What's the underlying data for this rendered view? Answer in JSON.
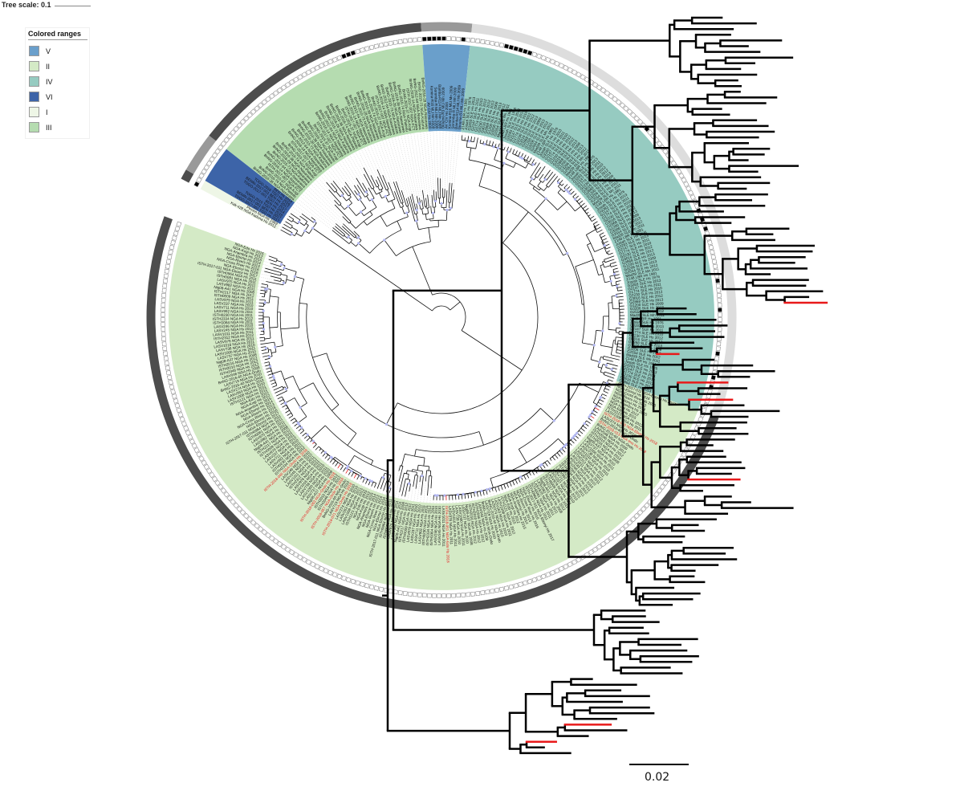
{
  "tree_scale": {
    "label": "Tree scale: 0.1"
  },
  "legend": {
    "title": "Colored ranges",
    "items": [
      {
        "label": "V",
        "color": "#6a9fcb"
      },
      {
        "label": "II",
        "color": "#d4eac6"
      },
      {
        "label": "IV",
        "color": "#96cbc1"
      },
      {
        "label": "VI",
        "color": "#3d64a8"
      },
      {
        "label": "I",
        "color": "#eef6e6"
      },
      {
        "label": "III",
        "color": "#b5dcb0"
      }
    ]
  },
  "circular_tree": {
    "clades": [
      {
        "name": "I",
        "leaf_count": 2,
        "color": "#eef6e6",
        "ring_color": "#4d4d4d",
        "labels": [
          "Kak-428 NGA Kaduna Hs 2012",
          "Pinneo NGA Hs 1969"
        ]
      },
      {
        "name": "VI",
        "leaf_count": 8,
        "color": "#3d64a8",
        "ring_color": "#999999",
        "labels": [
          "TOGO-2017-001 TGO Hs 2017",
          "BENIN-2017-001 BEN Hs 2017",
          "TOGO-2016 TGO Hs 2016",
          "BEN Hs 2014"
        ]
      },
      {
        "name": "III",
        "leaf_count": 48,
        "color": "#b5dcb0",
        "ring_color": "#4d4d4d",
        "labels": [
          "BnNG-2016-38 NGA-Nasarawa",
          "BnNG-2016-74 NGA-Plateau",
          "BnNG-2015-37 NGA-Kogi",
          "ISTH-2017-007 NGA-FCT",
          "BnNG-2016-14 NGA-Nasarawa",
          "BnNG-2012-64 NGA-Nasarawa",
          "BnNG-2015-73 NGA-Kaduna",
          "BnNG-2016-28 NGA-Nasarawa"
        ]
      },
      {
        "name": "V",
        "leaf_count": 10,
        "color": "#6a9fcb",
        "ring_color": "#999999",
        "labels": [
          "AV CIV Hs 2000",
          "Komina-R16 MLI Mn 2009",
          "Soromba-R MLI Mn 2009",
          "Bamba-R114 MLI Mn 2009",
          "Dioume-R3 MLI Mn 2009"
        ]
      },
      {
        "name": "IV",
        "leaf_count": 104,
        "color": "#96cbc1",
        "ring_color": "#dddddd",
        "labels": [
          "Z148 LBR Hs 1981",
          "Josiah SLE Hs 1976",
          "G3283 SLE Hs 2013",
          "G2147 SLE Hs 2011",
          "G1774 SLE Hs 2010",
          "G2230 SLE Hs 2012",
          "G3016 SLE Hs 2012",
          "G2868 SLE Hs 2013",
          "G1200 SLE Hs 2009",
          "G3206 SLE Hs 2013",
          "G2554 SLE Hs 2012",
          "Mad39 SLE Mn 2011"
        ]
      },
      {
        "name": "II",
        "leaf_count": 180,
        "color": "#d4eac6",
        "ring_color": "#4d4d4d",
        "labels": [
          "ISTH-2017-011 NGA-Ebonyi Hs 2017",
          "NGA-Ebonyi Hs 2016",
          "NGA-Cross River Hs 2016",
          "NGA-Rivers Hs 2013",
          "NGA-Ebonyi Hs 2014",
          "NGA-Anambra Hs 2015",
          "NGA-Kogi Hs 2012",
          "NGA-Edo Hs 2015",
          "ISTH1121 NGA Hs 2012",
          "LASV1008 NGA Hs 2011",
          "LASV263 NGA Hs 2010",
          "LASV274 NGA Hs 2010",
          "BnNG-2016-40 NGA-Ondo",
          "LASV719 NGA Hs 2010",
          "BnNG-2016-60 NGA-Ondo",
          "LASV046 NGA Hs 2009",
          "ISTH2046 NGA Hs 2012",
          "ISTH2010 NGA Hs 2012",
          "ISTH2016 NGA Hs 2012",
          "Nig08-A37 NGA Hs 2008",
          "LASV737 NGA Hs 2010",
          "LASV1000 NGA Hs 2011",
          "LASV738 NGA Hs 2010",
          "LASV1016 NGA Hs 2011",
          "LASV976 NGA Hs 2011",
          "ISTH2312 NGA Hs 2012",
          "LASV1011 NGA Hs 2011",
          "LASV245 NGA Hs 2010",
          "LASV246 NGA Hs 2010",
          "ISTH1064 NGA Hs 2011",
          "ISTH2334 NGA Hs 2012",
          "ISTH0230 NGA Hs 2011",
          "LASV992 NGA Hs 2011",
          "LASV711 NGA Hs 2010",
          "LASV237 NGA Hs 2010",
          "LASV979 NGA Hs 2011",
          "ISTH0009 NGA Hs 2011",
          "ISTH2217 NGA Hs 2012",
          "Nig08-A41 NGA Hs 2008",
          "LASV982 NGA Hs 2011",
          "LASV975 NGA Hs 2011",
          "ISTH0081 NGA Hs 2011",
          "ISTH0964 NGA Hs 2011"
        ]
      }
    ],
    "highlighted_labels": [
      {
        "leaf": 182,
        "label": "ISTH-2018-060 NGA-Ebonyi Hs 2018"
      },
      {
        "leaf": 185,
        "label": "ISTH-2018-013 NGA-Imo Hs 2018"
      },
      {
        "leaf": 240,
        "label": "ISTH-2018-051 NGA-Edo Hs 2018"
      },
      {
        "leaf": 270,
        "label": "ISTH-2018-071 NGA-Ondo Hs 2018"
      },
      {
        "leaf": 273,
        "label": "ISTH-2018-057 NGA-Ondo Hs 2018"
      },
      {
        "leaf": 276,
        "label": "ISTH-2018-053 NGA-Ondo Hs 2018"
      },
      {
        "leaf": 287,
        "label": "ISTH-2018-046 NGA-Ondo Hs 2018"
      }
    ],
    "highlight_color": "#e8191a",
    "filled_markers": [
      0,
      41,
      42,
      43,
      58,
      59,
      60,
      61,
      62,
      66,
      75,
      76,
      77,
      78,
      79,
      80,
      109,
      129,
      131,
      133,
      144,
      150,
      159,
      164,
      166
    ]
  },
  "rect_tree": {
    "scale_label": "0.02",
    "leaf_count": 130,
    "highlighted_leaves": [
      50,
      59,
      64,
      67,
      81,
      124,
      127
    ],
    "highlight_color": "#e8191a"
  }
}
